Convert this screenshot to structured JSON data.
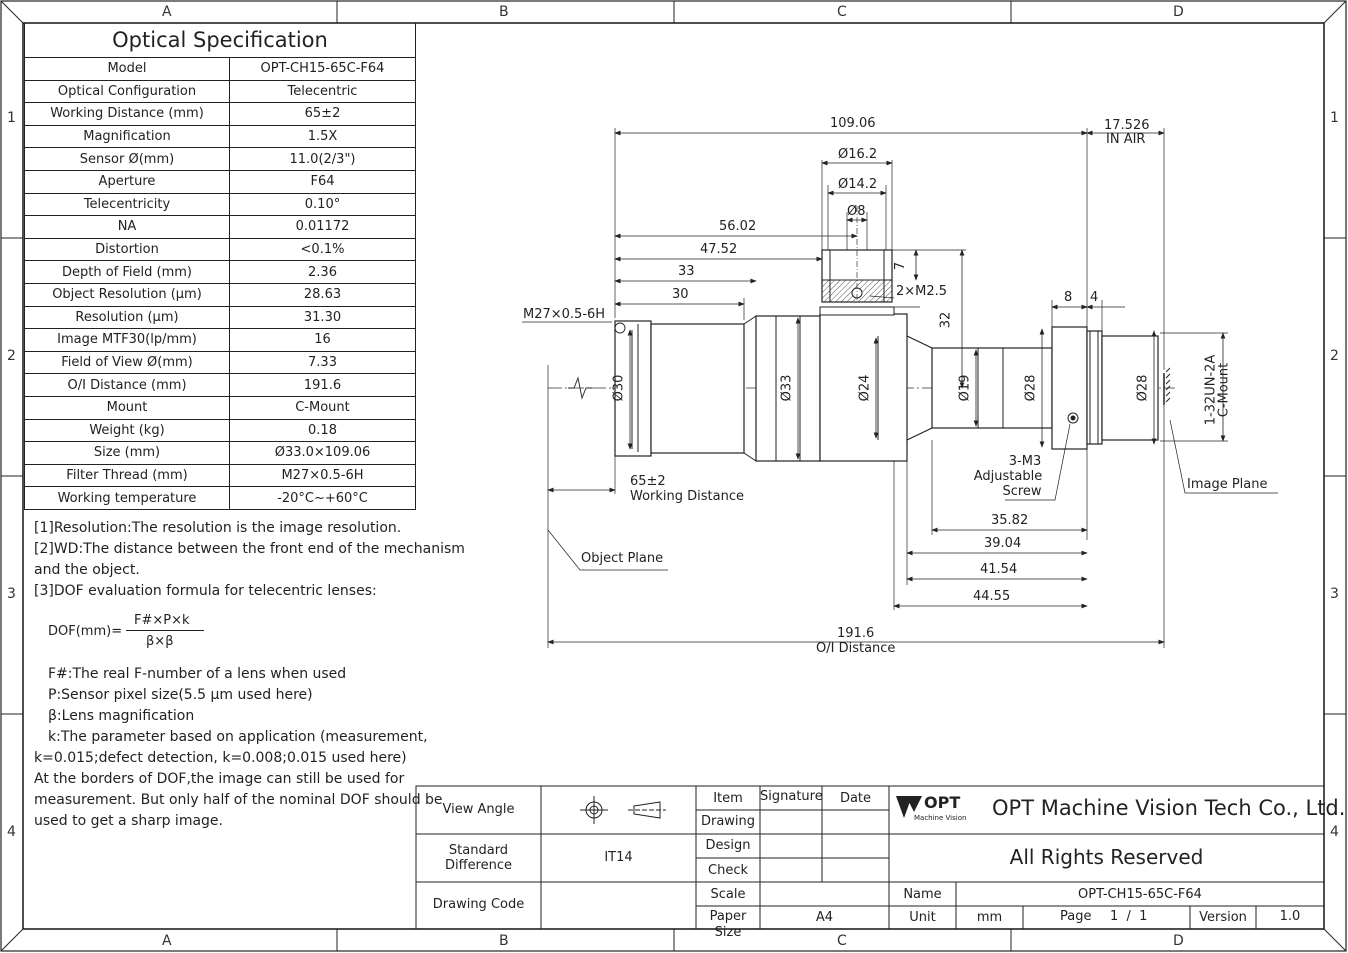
{
  "frame": {
    "columns": [
      "A",
      "B",
      "C",
      "D"
    ],
    "rows": [
      "1",
      "2",
      "3",
      "4"
    ]
  },
  "spec": {
    "title": "Optical Specification",
    "rows": [
      {
        "label": "Model",
        "value": "OPT-CH15-65C-F64"
      },
      {
        "label": "Optical Configuration",
        "value": "Telecentric"
      },
      {
        "label": "Working Distance (mm)",
        "value": "65±2"
      },
      {
        "label": "Magnification",
        "value": "1.5X"
      },
      {
        "label": "Sensor Ø(mm)",
        "value": "11.0(2/3\")"
      },
      {
        "label": "Aperture",
        "value": "F64"
      },
      {
        "label": "Telecentricity",
        "value": "0.10°"
      },
      {
        "label": "NA",
        "value": "0.01172"
      },
      {
        "label": "Distortion",
        "value": "<0.1%"
      },
      {
        "label": "Depth of Field (mm)",
        "value": "2.36"
      },
      {
        "label": "Object Resolution (μm)",
        "value": "28.63"
      },
      {
        "label": "Resolution (μm)",
        "value": "31.30"
      },
      {
        "label": "Image MTF30(lp/mm)",
        "value": "16"
      },
      {
        "label": "Field of View Ø(mm)",
        "value": "7.33"
      },
      {
        "label": "O/I Distance (mm)",
        "value": "191.6"
      },
      {
        "label": "Mount",
        "value": "C-Mount"
      },
      {
        "label": "Weight (kg)",
        "value": "0.18"
      },
      {
        "label": "Size (mm)",
        "value": "Ø33.0×109.06"
      },
      {
        "label": "Filter Thread (mm)",
        "value": "M27×0.5-6H"
      },
      {
        "label": "Working temperature",
        "value": "-20°C~+60°C"
      }
    ]
  },
  "notes": {
    "n1": "[1]Resolution:The resolution is the image resolution.",
    "n2a": "[2]WD:The distance between the front end of the mechanism",
    "n2b": "and the object.",
    "n3": "[3]DOF evaluation formula for telecentric lenses:",
    "formula_lhs": "DOF(mm)=",
    "formula_num": "F#×P×k",
    "formula_den": "β×β",
    "f1": "F#:The real F-number of a lens when used",
    "f2": "P:Sensor pixel size(5.5 μm used here)",
    "f3": "β:Lens magnification",
    "f4a": "k:The parameter based on application (measurement,",
    "f4b": "k=0.015;defect detection, k=0.008;0.015 used here)",
    "f5": "At the borders of DOF,the image can still be used for",
    "f6": "measurement. But only half of the nominal DOF should be",
    "f7": "used to get a sharp image."
  },
  "drawing": {
    "d_total": "109.06",
    "d_17526": "17.526",
    "d_inair": "IN AIR",
    "d_162": "Ø16.2",
    "d_142": "Ø14.2",
    "d_8dia": "Ø8",
    "d_5602": "56.02",
    "d_4752": "47.52",
    "d_33": "33",
    "d_30": "30",
    "d_7": "7",
    "d_m25": "2×M2.5",
    "d_32": "32",
    "d_8": "8",
    "d_4": "4",
    "thread": "M27×0.5-6H",
    "dia30": "Ø30",
    "dia33": "Ø33",
    "dia24": "Ø24",
    "dia19": "Ø19",
    "dia28a": "Ø28",
    "dia28b": "Ø28",
    "mount1": "1-32UN-2A",
    "mount2": "C-Mount",
    "wd_val": "65±2",
    "wd_label": "Working Distance",
    "screw1": "3-M3",
    "screw2": "Adjustable",
    "screw3": "Screw",
    "image_plane": "Image Plane",
    "object_plane": "Object Plane",
    "d_3582": "35.82",
    "d_3904": "39.04",
    "d_4154": "41.54",
    "d_4455": "44.55",
    "d_1916": "191.6",
    "oi_label": "O/I Distance"
  },
  "title_block": {
    "view_angle": "View Angle",
    "standard_difference_1": "Standard",
    "standard_difference_2": "Difference",
    "tolerance": "IT14",
    "drawing_code": "Drawing Code",
    "item": "Item",
    "signature": "Signature",
    "date": "Date",
    "drawing": "Drawing",
    "design": "Design",
    "check": "Check",
    "scale": "Scale",
    "paper_size": "Paper Size",
    "paper_value": "A4",
    "logo_text": "OPT",
    "logo_sub": "Machine Vision",
    "company": "OPT Machine Vision Tech Co., Ltd.",
    "rights": "All Rights Reserved",
    "name_label": "Name",
    "name_value": "OPT-CH15-65C-F64",
    "unit_label": "Unit",
    "unit_value": "mm",
    "page_label": "Page",
    "page_value": "1  /  1",
    "version_label": "Version",
    "version_value": "1.0"
  }
}
